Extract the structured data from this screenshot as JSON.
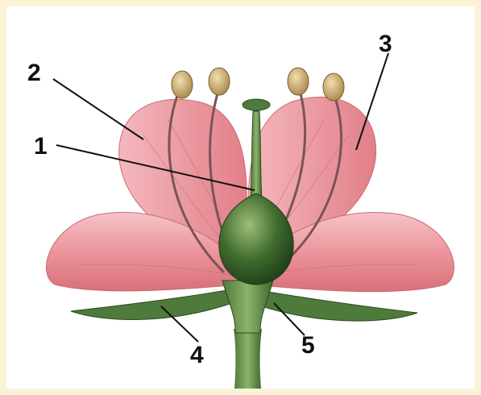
{
  "labels": {
    "one": "1",
    "two": "2",
    "three": "3",
    "four": "4",
    "five": "5"
  },
  "colors": {
    "frame": "#fbf3d7",
    "petal": "#e98a92",
    "petal_light": "#f7c7c9",
    "sepal": "#4e7a3c",
    "pistil": "#3f6b2e",
    "anther": "#c9a86a"
  }
}
